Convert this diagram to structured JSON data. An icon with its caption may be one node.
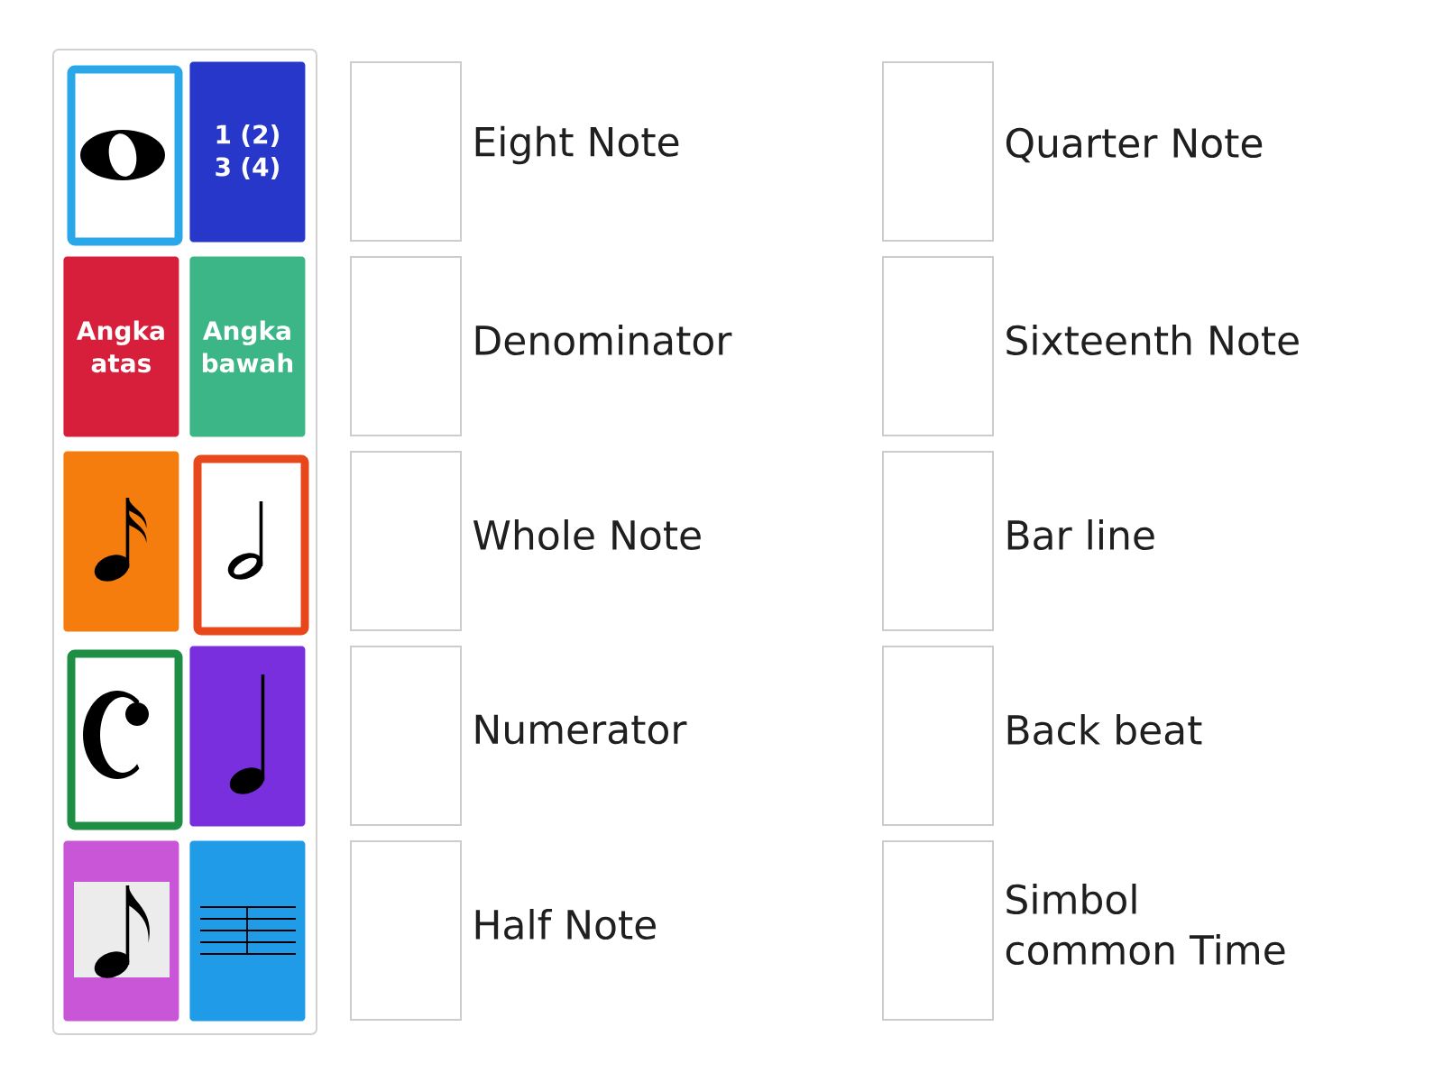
{
  "diagram": {
    "nodes": [
      {
        "text": [],
        "shape": "box"
      },
      {
        "text": [],
        "shape": "picture",
        "in": 0
      },
      {
        "text": [
          "1 (2) 3 (4)"
        ],
        "in": 0
      },
      {
        "text": [
          "Angka atas"
        ],
        "in": 0
      },
      {
        "text": [
          "Angka bawah"
        ],
        "in": 0
      },
      {
        "text": [],
        "shape": "picture",
        "in": 0
      },
      {
        "text": [],
        "shape": "picture",
        "in": 0
      },
      {
        "text": [],
        "shape": "picture",
        "in": 0
      },
      {
        "text": [],
        "shape": "picture",
        "in": 0
      },
      {
        "text": [],
        "shape": "picture",
        "in": 0
      },
      {
        "text": [],
        "shape": "picture",
        "in": 0
      },
      {
        "text": [],
        "shape": "box",
        "beside": [
          "Eight Note"
        ]
      },
      {
        "text": [],
        "shape": "box",
        "beside": [
          "Quarter Note"
        ]
      },
      {
        "text": [],
        "shape": "box",
        "beside": [
          "Denominator"
        ]
      },
      {
        "text": [],
        "shape": "box",
        "beside": [
          "Sixteenth Note"
        ]
      },
      {
        "text": [],
        "shape": "box",
        "beside": [
          "Whole Note"
        ]
      },
      {
        "text": [],
        "shape": "box",
        "beside": [
          "Bar line"
        ]
      },
      {
        "text": [],
        "shape": "box",
        "beside": [
          "Numerator"
        ]
      },
      {
        "text": [],
        "shape": "box",
        "beside": [
          "Back beat"
        ]
      },
      {
        "text": [],
        "shape": "box",
        "beside": [
          "Half Note"
        ]
      },
      {
        "text": [],
        "shape": "box",
        "beside": [
          "Simbol common Time"
        ]
      }
    ]
  }
}
